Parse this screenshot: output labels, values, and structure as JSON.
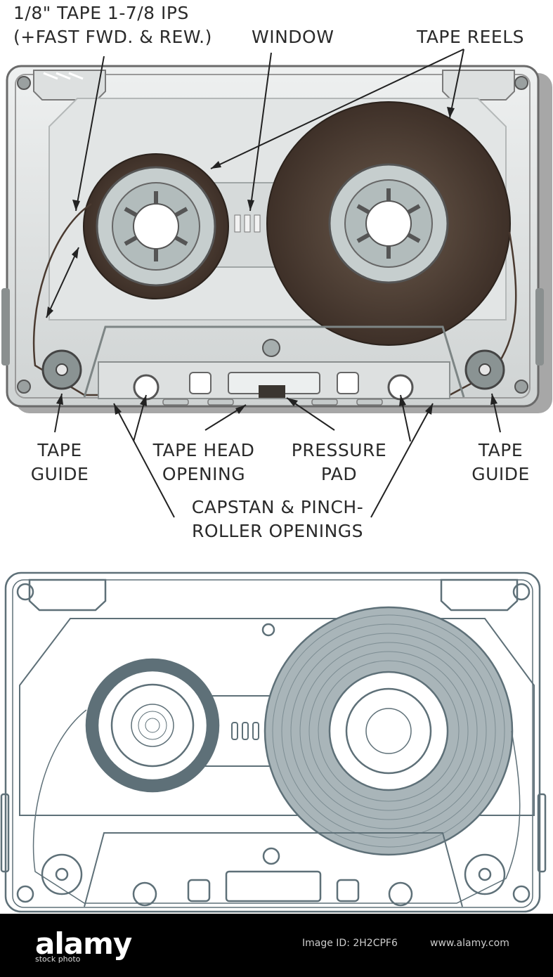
{
  "labels": {
    "tape_spec_line1": "1/8\" TAPE  1-7/8 IPS",
    "tape_spec_line2": "(+FAST FWD. & REW.)",
    "window": "WINDOW",
    "tape_reels": "TAPE REELS",
    "tape_guide_left_line1": "TAPE",
    "tape_guide_left_line2": "GUIDE",
    "tape_head_line1": "TAPE HEAD",
    "tape_head_line2": "OPENING",
    "pressure_line1": "PRESSURE",
    "pressure_line2": "PAD",
    "tape_guide_right_line1": "TAPE",
    "tape_guide_right_line2": "GUIDE",
    "capstan_line1": "CAPSTAN & PINCH-",
    "capstan_line2": "ROLLER OPENINGS"
  },
  "footer": {
    "brand": "alamy",
    "stock_line": "stock photo",
    "image_id": "Image ID: 2H2CPF6",
    "url": "www.alamy.com"
  },
  "colors": {
    "shell_fill": "#e4e6e6",
    "shell_stroke": "#6a6a6a",
    "tape_brown": "#4a3a30",
    "hub_fill": "#b8c2c2",
    "line_drawing": "#5e7078",
    "label_text": "#2a2a2a",
    "footer_bg": "#000000"
  }
}
